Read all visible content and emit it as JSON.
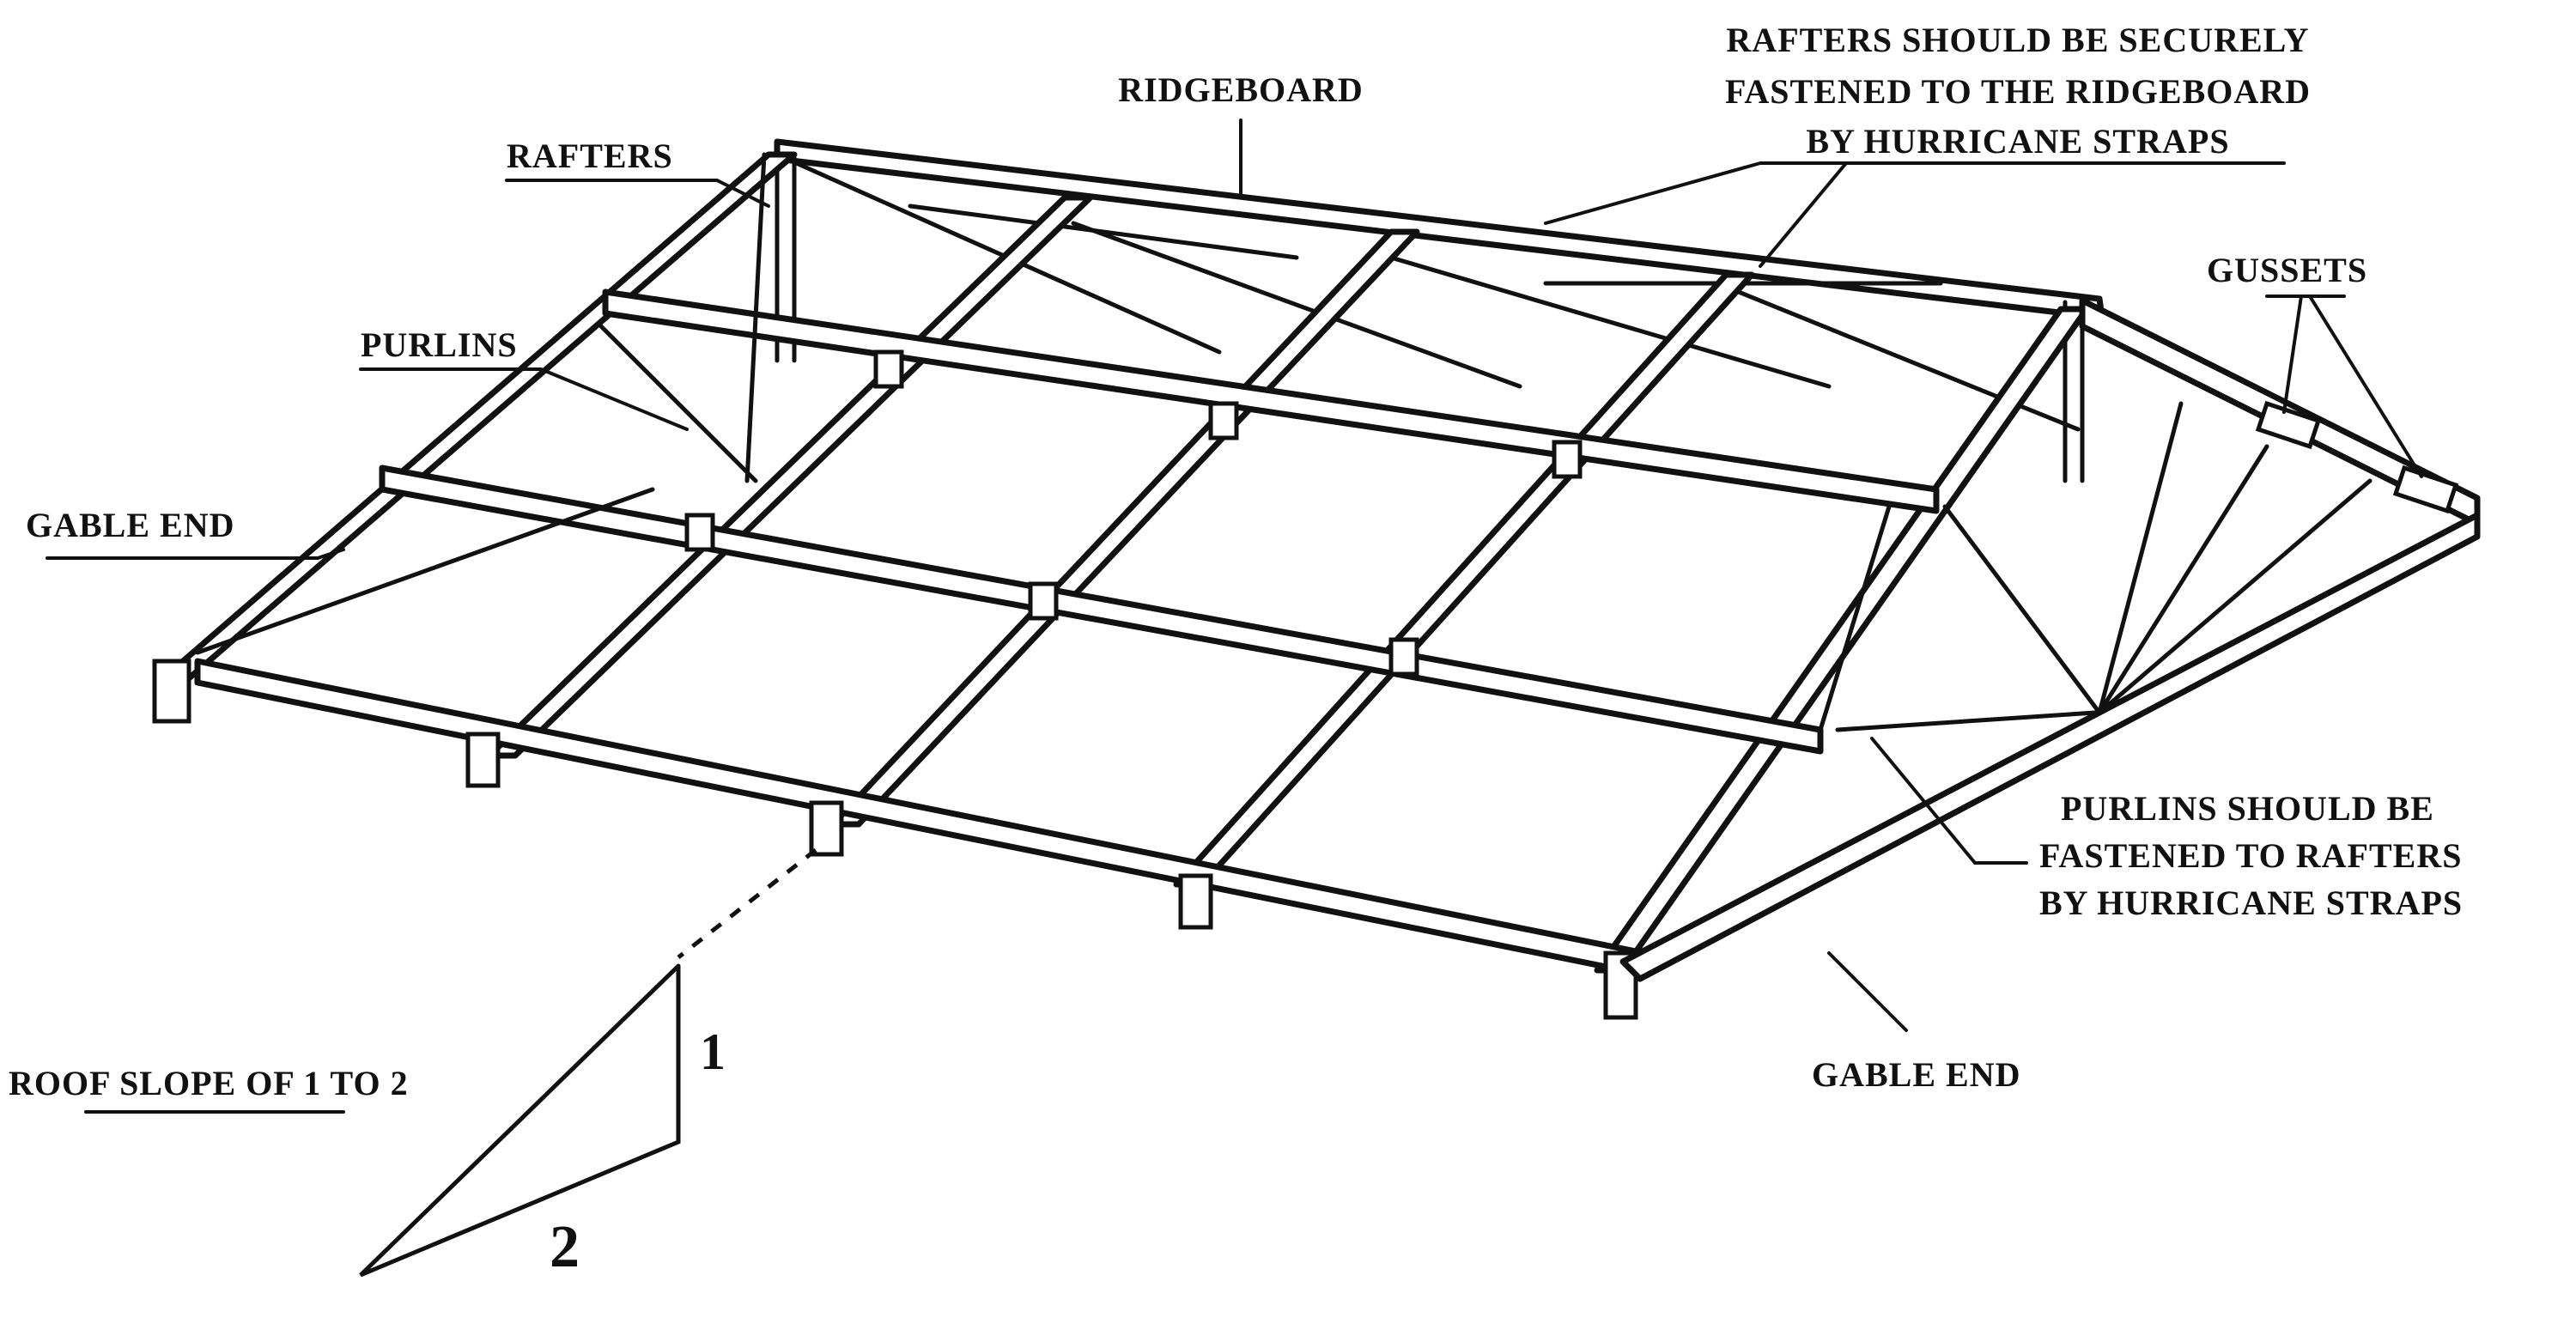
{
  "labels": {
    "ridgeboard": "RIDGEBOARD",
    "rafters": "RAFTERS",
    "purlins": "PURLINS",
    "gable_end_left": "GABLE END",
    "gable_end_bottom": "GABLE END",
    "gussets": "GUSSETS",
    "rafters_note": [
      "RAFTERS SHOULD BE SECURELY",
      "FASTENED TO THE RIDGEBOARD",
      "BY HURRICANE STRAPS"
    ],
    "purlins_note": [
      "PURLINS SHOULD BE",
      "FASTENED TO RAFTERS",
      "BY HURRICANE STRAPS"
    ],
    "roof_slope": "ROOF SLOPE OF 1 TO 2",
    "slope_rise": "1",
    "slope_run": "2"
  }
}
